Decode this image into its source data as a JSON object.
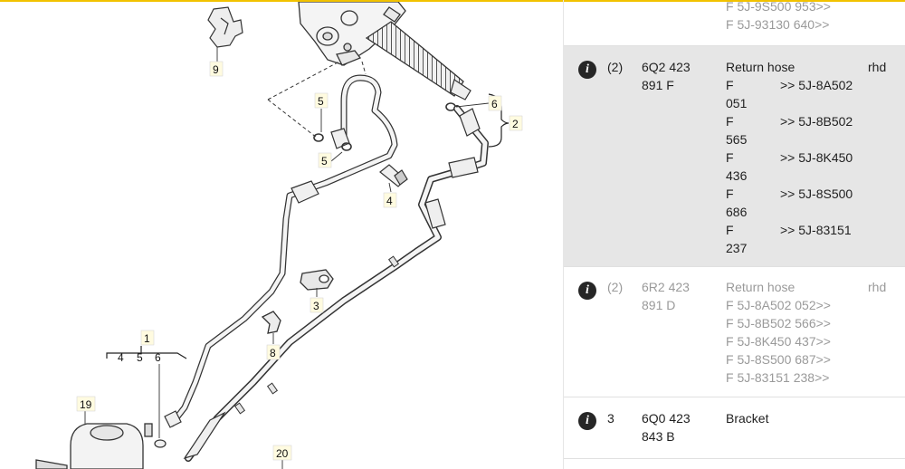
{
  "diagram": {
    "callouts": [
      "9",
      "5",
      "5",
      "4",
      "6",
      "2",
      "3",
      "8",
      "1",
      "4",
      "5",
      "6",
      "19",
      "20"
    ]
  },
  "parts": {
    "top_partial": {
      "lines": [
        "F 5J-9S500 953>>",
        "F 5J-93130 640>>"
      ]
    },
    "rows": [
      {
        "pos": "(2)",
        "pn_line1": "6Q2 423",
        "pn_line2": "891 F",
        "desc": "Return hose",
        "note": "rhd",
        "entries": [
          {
            "k": "F",
            "v": ">> 5J-8A502",
            "cont": "051"
          },
          {
            "k": "F",
            "v": ">> 5J-8B502",
            "cont": "565"
          },
          {
            "k": "F",
            "v": ">> 5J-8K450",
            "cont": "436"
          },
          {
            "k": "F",
            "v": ">> 5J-8S500",
            "cont": "686"
          },
          {
            "k": "F",
            "v": ">> 5J-83151",
            "cont": "237"
          }
        ]
      },
      {
        "pos": "(2)",
        "pn_line1": "6R2 423",
        "pn_line2": "891 D",
        "desc": "Return hose",
        "note": "rhd",
        "lines": [
          "F 5J-8A502 052>>",
          "F 5J-8B502 566>>",
          "F 5J-8K450 437>>",
          "F 5J-8S500 687>>",
          "F 5J-83151 238>>"
        ]
      },
      {
        "pos": "3",
        "pn_line1": "6Q0 423",
        "pn_line2": "843 B",
        "desc": "Bracket"
      }
    ]
  }
}
